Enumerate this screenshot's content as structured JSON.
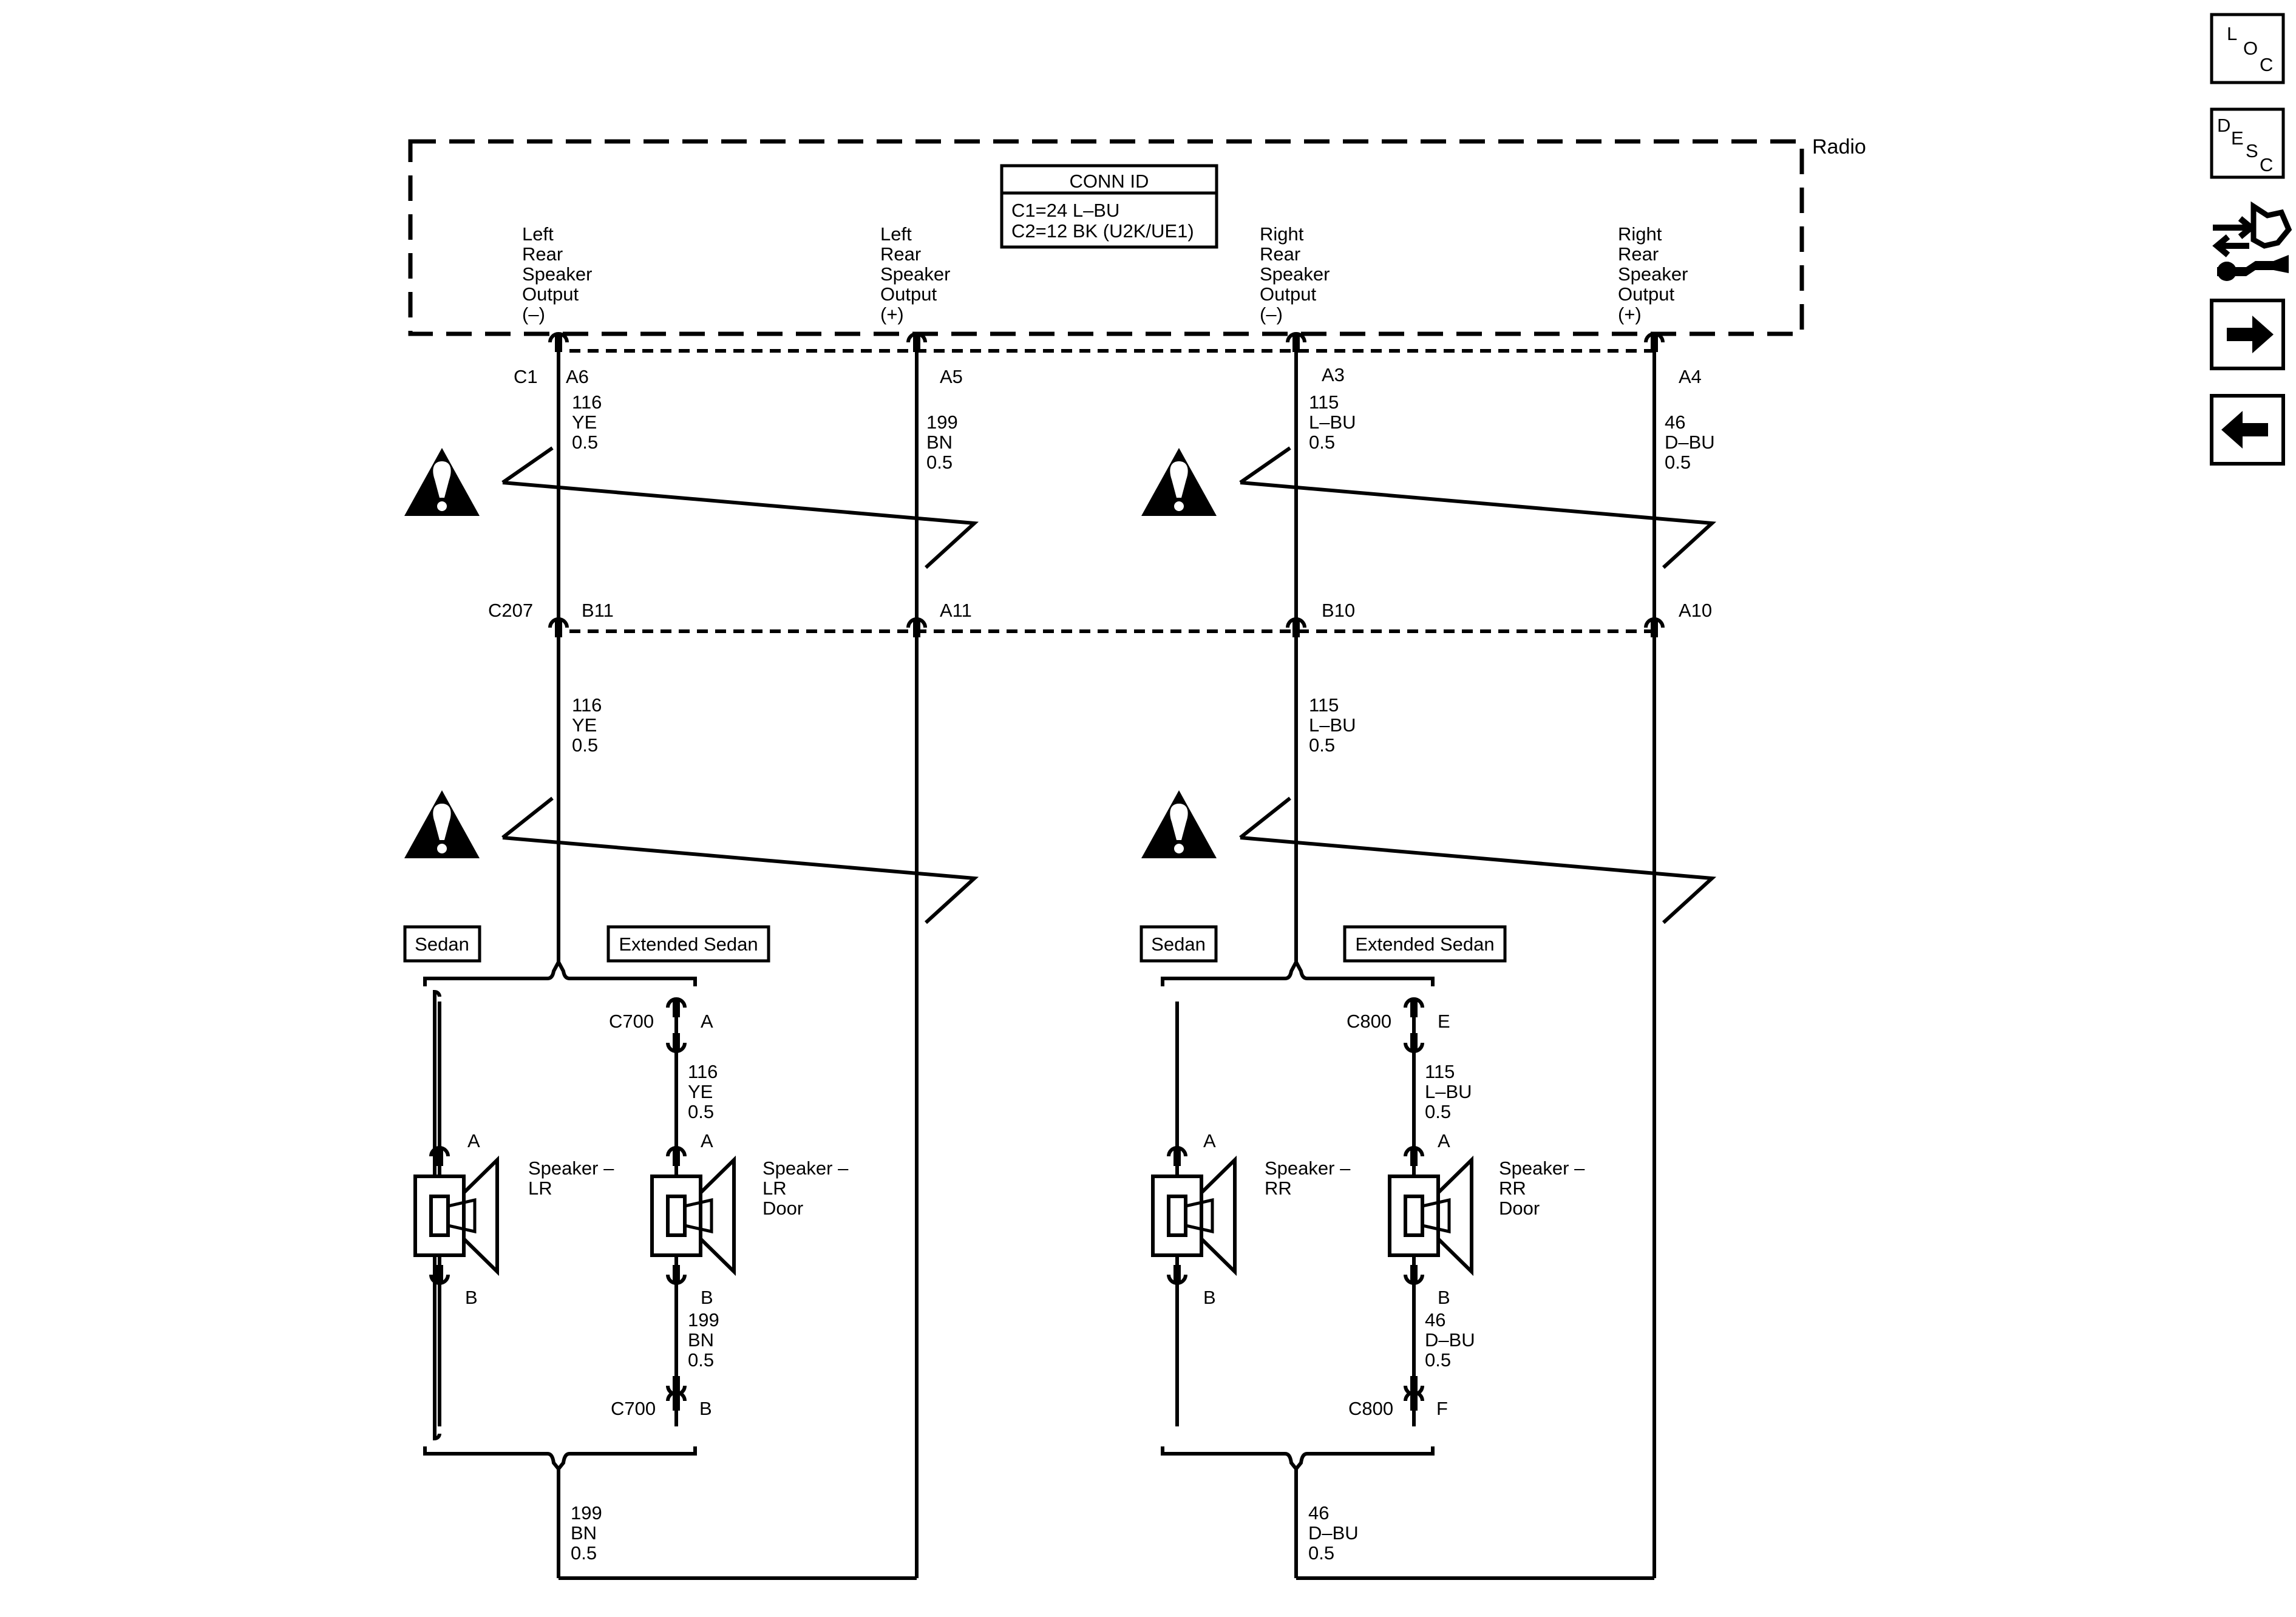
{
  "module": {
    "name": "Radio",
    "conn_id": {
      "title": "CONN ID",
      "line1": "C1=24 L–BU",
      "line2": "C2=12 BK (U2K/UE1)"
    },
    "outputs": [
      {
        "l1": "Left",
        "l2": "Rear",
        "l3": "Speaker",
        "l4": "Output",
        "l5": "(–)"
      },
      {
        "l1": "Left",
        "l2": "Rear",
        "l3": "Speaker",
        "l4": "Output",
        "l5": "(+)"
      },
      {
        "l1": "Right",
        "l2": "Rear",
        "l3": "Speaker",
        "l4": "Output",
        "l5": "(–)"
      },
      {
        "l1": "Right",
        "l2": "Rear",
        "l3": "Speaker",
        "l4": "Output",
        "l5": "(+)"
      }
    ]
  },
  "connectors": {
    "c1": "C1",
    "c1_pins": [
      "A6",
      "A5",
      "A3",
      "A4"
    ],
    "c207": "C207",
    "c207_pins": [
      "B11",
      "A11",
      "B10",
      "A10"
    ],
    "c700": "C700",
    "c700_pins": [
      "A",
      "B"
    ],
    "c800": "C800",
    "c800_pins": [
      "E",
      "F"
    ]
  },
  "wires": {
    "w116": {
      "circuit": "116",
      "color": "YE",
      "gauge": "0.5"
    },
    "w199": {
      "circuit": "199",
      "color": "BN",
      "gauge": "0.5"
    },
    "w115": {
      "circuit": "115",
      "color": "L–BU",
      "gauge": "0.5"
    },
    "w46": {
      "circuit": "46",
      "color": "D–BU",
      "gauge": "0.5"
    }
  },
  "options": {
    "sedan": "Sedan",
    "extended_sedan": "Extended Sedan"
  },
  "speakers": {
    "lr": {
      "l1": "Speaker –",
      "l2": "LR"
    },
    "lr_door": {
      "l1": "Speaker –",
      "l2": "LR",
      "l3": "Door"
    },
    "rr": {
      "l1": "Speaker –",
      "l2": "RR"
    },
    "rr_door": {
      "l1": "Speaker –",
      "l2": "RR",
      "l3": "Door"
    },
    "pin_a": "A",
    "pin_b": "B"
  },
  "nav": {
    "loc": {
      "l": "L",
      "o": "O",
      "c": "C"
    },
    "desc": {
      "d": "D",
      "e": "E",
      "s": "S",
      "c": "C"
    },
    "icons": [
      "loc-button-icon",
      "desc-button-icon",
      "harness-wrench-icon",
      "arrow-right-icon",
      "arrow-left-icon"
    ]
  }
}
